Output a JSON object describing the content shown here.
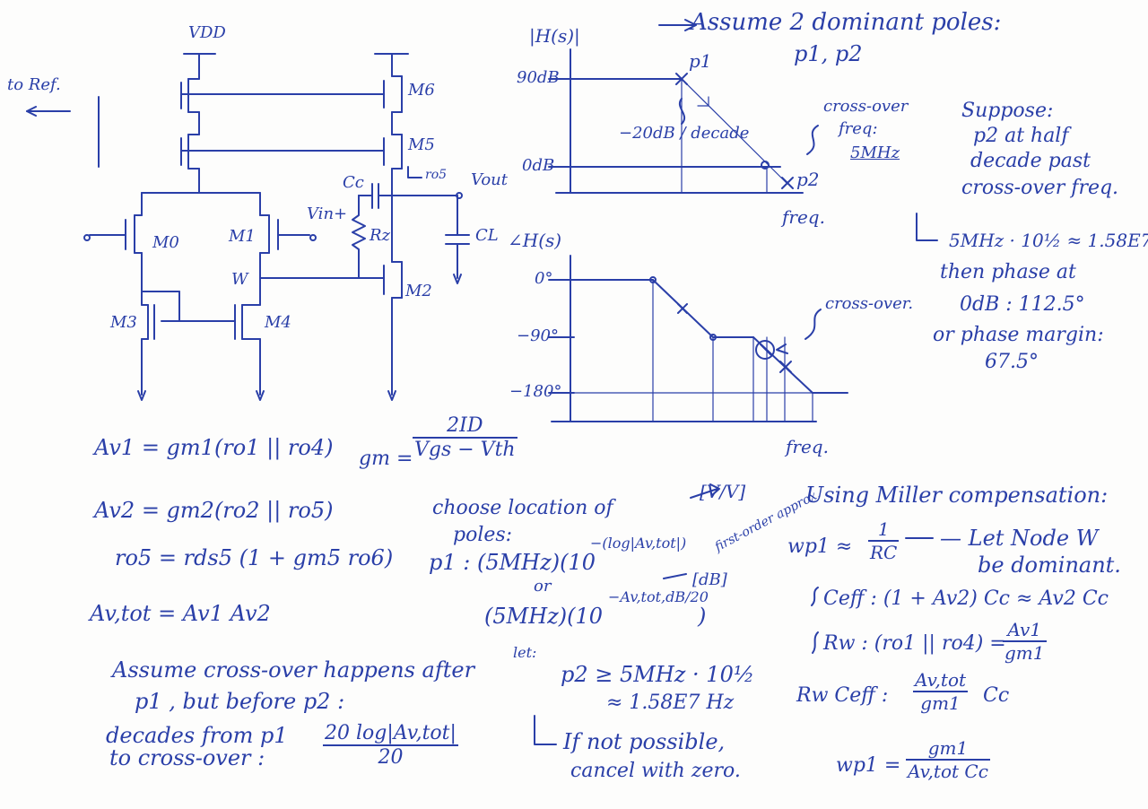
{
  "circuit": {
    "vdd": "VDD",
    "to_ref": "to Ref.",
    "m6": "M6",
    "m5": "M5",
    "ro5": "ro5",
    "vout": "Vout",
    "cc": "Cc",
    "rz": "Rz",
    "cl": "CL",
    "vin_plus": "Vin+",
    "m0": "M0",
    "m1": "M1",
    "w": "W",
    "m2": "M2",
    "m3": "M3",
    "m4": "M4"
  },
  "gm_eq": {
    "lhs": "gm =",
    "num": "2ID",
    "den": "Vgs − Vth"
  },
  "gain_eqs": {
    "av1": "Av1 = gm1(ro1 || ro4)",
    "av2": "Av2 = gm2(ro2 || ro5)",
    "ro5": "ro5 = rds5 (1 + gm5 ro6)",
    "avtot": "Av,tot = Av1 Av2"
  },
  "crossover_note": {
    "line1": "Assume cross-over happens after",
    "line2": "p1 , but before p2 :",
    "line3": "decades from p1",
    "line4": "to cross-over :",
    "frac_num": "20 log|Av,tot|",
    "frac_den": "20"
  },
  "poles_note": {
    "unit_vv": "[V/V]",
    "line1": "choose location of",
    "line2": "poles:",
    "p1a": "p1 : (5MHz)(10",
    "exp1": "−(log|Av,tot|)",
    "first_order": "first-order approx.",
    "unit_db": "[dB]",
    "or": "or",
    "p1b": "(5MHz)(10",
    "exp2": "−Av,tot,dB/20",
    "p1b_end": ")",
    "let": "let:",
    "p2": "p2 ≥ 5MHz · 10½",
    "p2b": "≈ 1.58E7 Hz",
    "cancel1": "If not possible,",
    "cancel2": "cancel with zero."
  },
  "bode_mag": {
    "ylabel": "|H(s)|",
    "y90": "90dB",
    "y0": "0dB",
    "p1": "p1",
    "p2": "p2",
    "slope": "−20dB / decade",
    "crossover1": "cross-over",
    "crossover2": "freq:",
    "crossover3": "5MHz",
    "xlabel": "freq."
  },
  "bode_phase": {
    "ylabel": "∠H(s)",
    "y0": "0°",
    "y90": "−90°",
    "y180": "−180°",
    "crossover": "cross-over.",
    "xlabel": "freq."
  },
  "assume_note": {
    "line1": "Assume 2 dominant poles:",
    "line2": "p1, p2"
  },
  "suppose_note": {
    "line1": "Suppose:",
    "line2": "p2 at half",
    "line3": "decade past",
    "line4": "cross-over freq.",
    "calc": "5MHz · 10½ ≈ 1.58E7",
    "then1": "then phase at",
    "then2": "0dB : 112.5°",
    "then3": "or phase margin:",
    "then4": "67.5°"
  },
  "miller_note": {
    "title": "Using Miller compensation:",
    "wp1_lhs": "wp1 ≈",
    "wp1_num": "1",
    "wp1_den": "RC",
    "node_w1": "— Let Node W",
    "node_w2": "be dominant.",
    "ceff": "Ceff : (1 + Av2) Cc ≈ Av2 Cc",
    "rw_lhs": "Rw : (ro1 || ro4) =",
    "rw_num": "Av1",
    "rw_den": "gm1",
    "rwceff_lhs": "Rw Ceff :",
    "rwceff_num": "Av,tot",
    "rwceff_den": "gm1",
    "rwceff_rhs": "Cc",
    "wp1b_lhs": "wp1 =",
    "wp1b_num": "gm1",
    "wp1b_den": "Av,tot Cc"
  }
}
